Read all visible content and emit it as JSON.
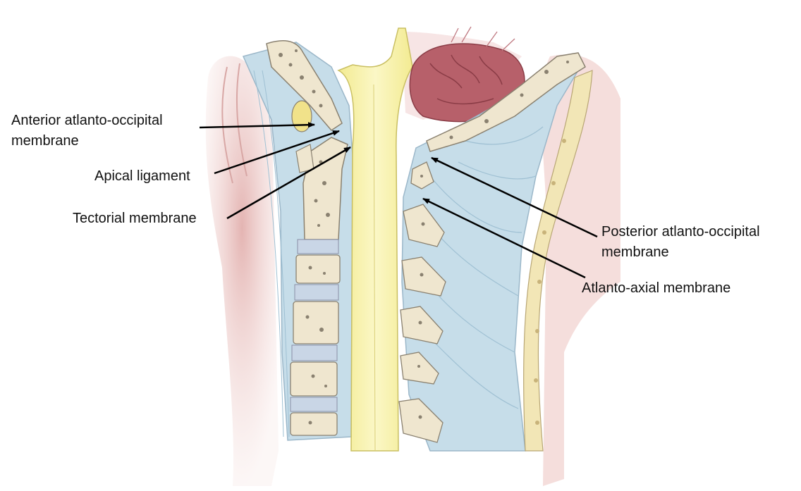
{
  "labels": {
    "anterior_line1": "Anterior atlanto-occipital",
    "anterior_line2": "membrane",
    "apical": "Apical ligament",
    "tectorial": "Tectorial membrane",
    "posterior_line1": "Posterior atlanto-occipital",
    "posterior_line2": "membrane",
    "atlanto_axial": "Atlanto-axial membrane"
  },
  "colors": {
    "tissue_pink": "#ecc6c4",
    "ligament_blue": "#c6dde9",
    "bone_cream": "#efe6cf",
    "spinal_cord_yellow": "#f6f0a6",
    "cerebellum_red": "#b7606a",
    "arrow": "#000000"
  }
}
